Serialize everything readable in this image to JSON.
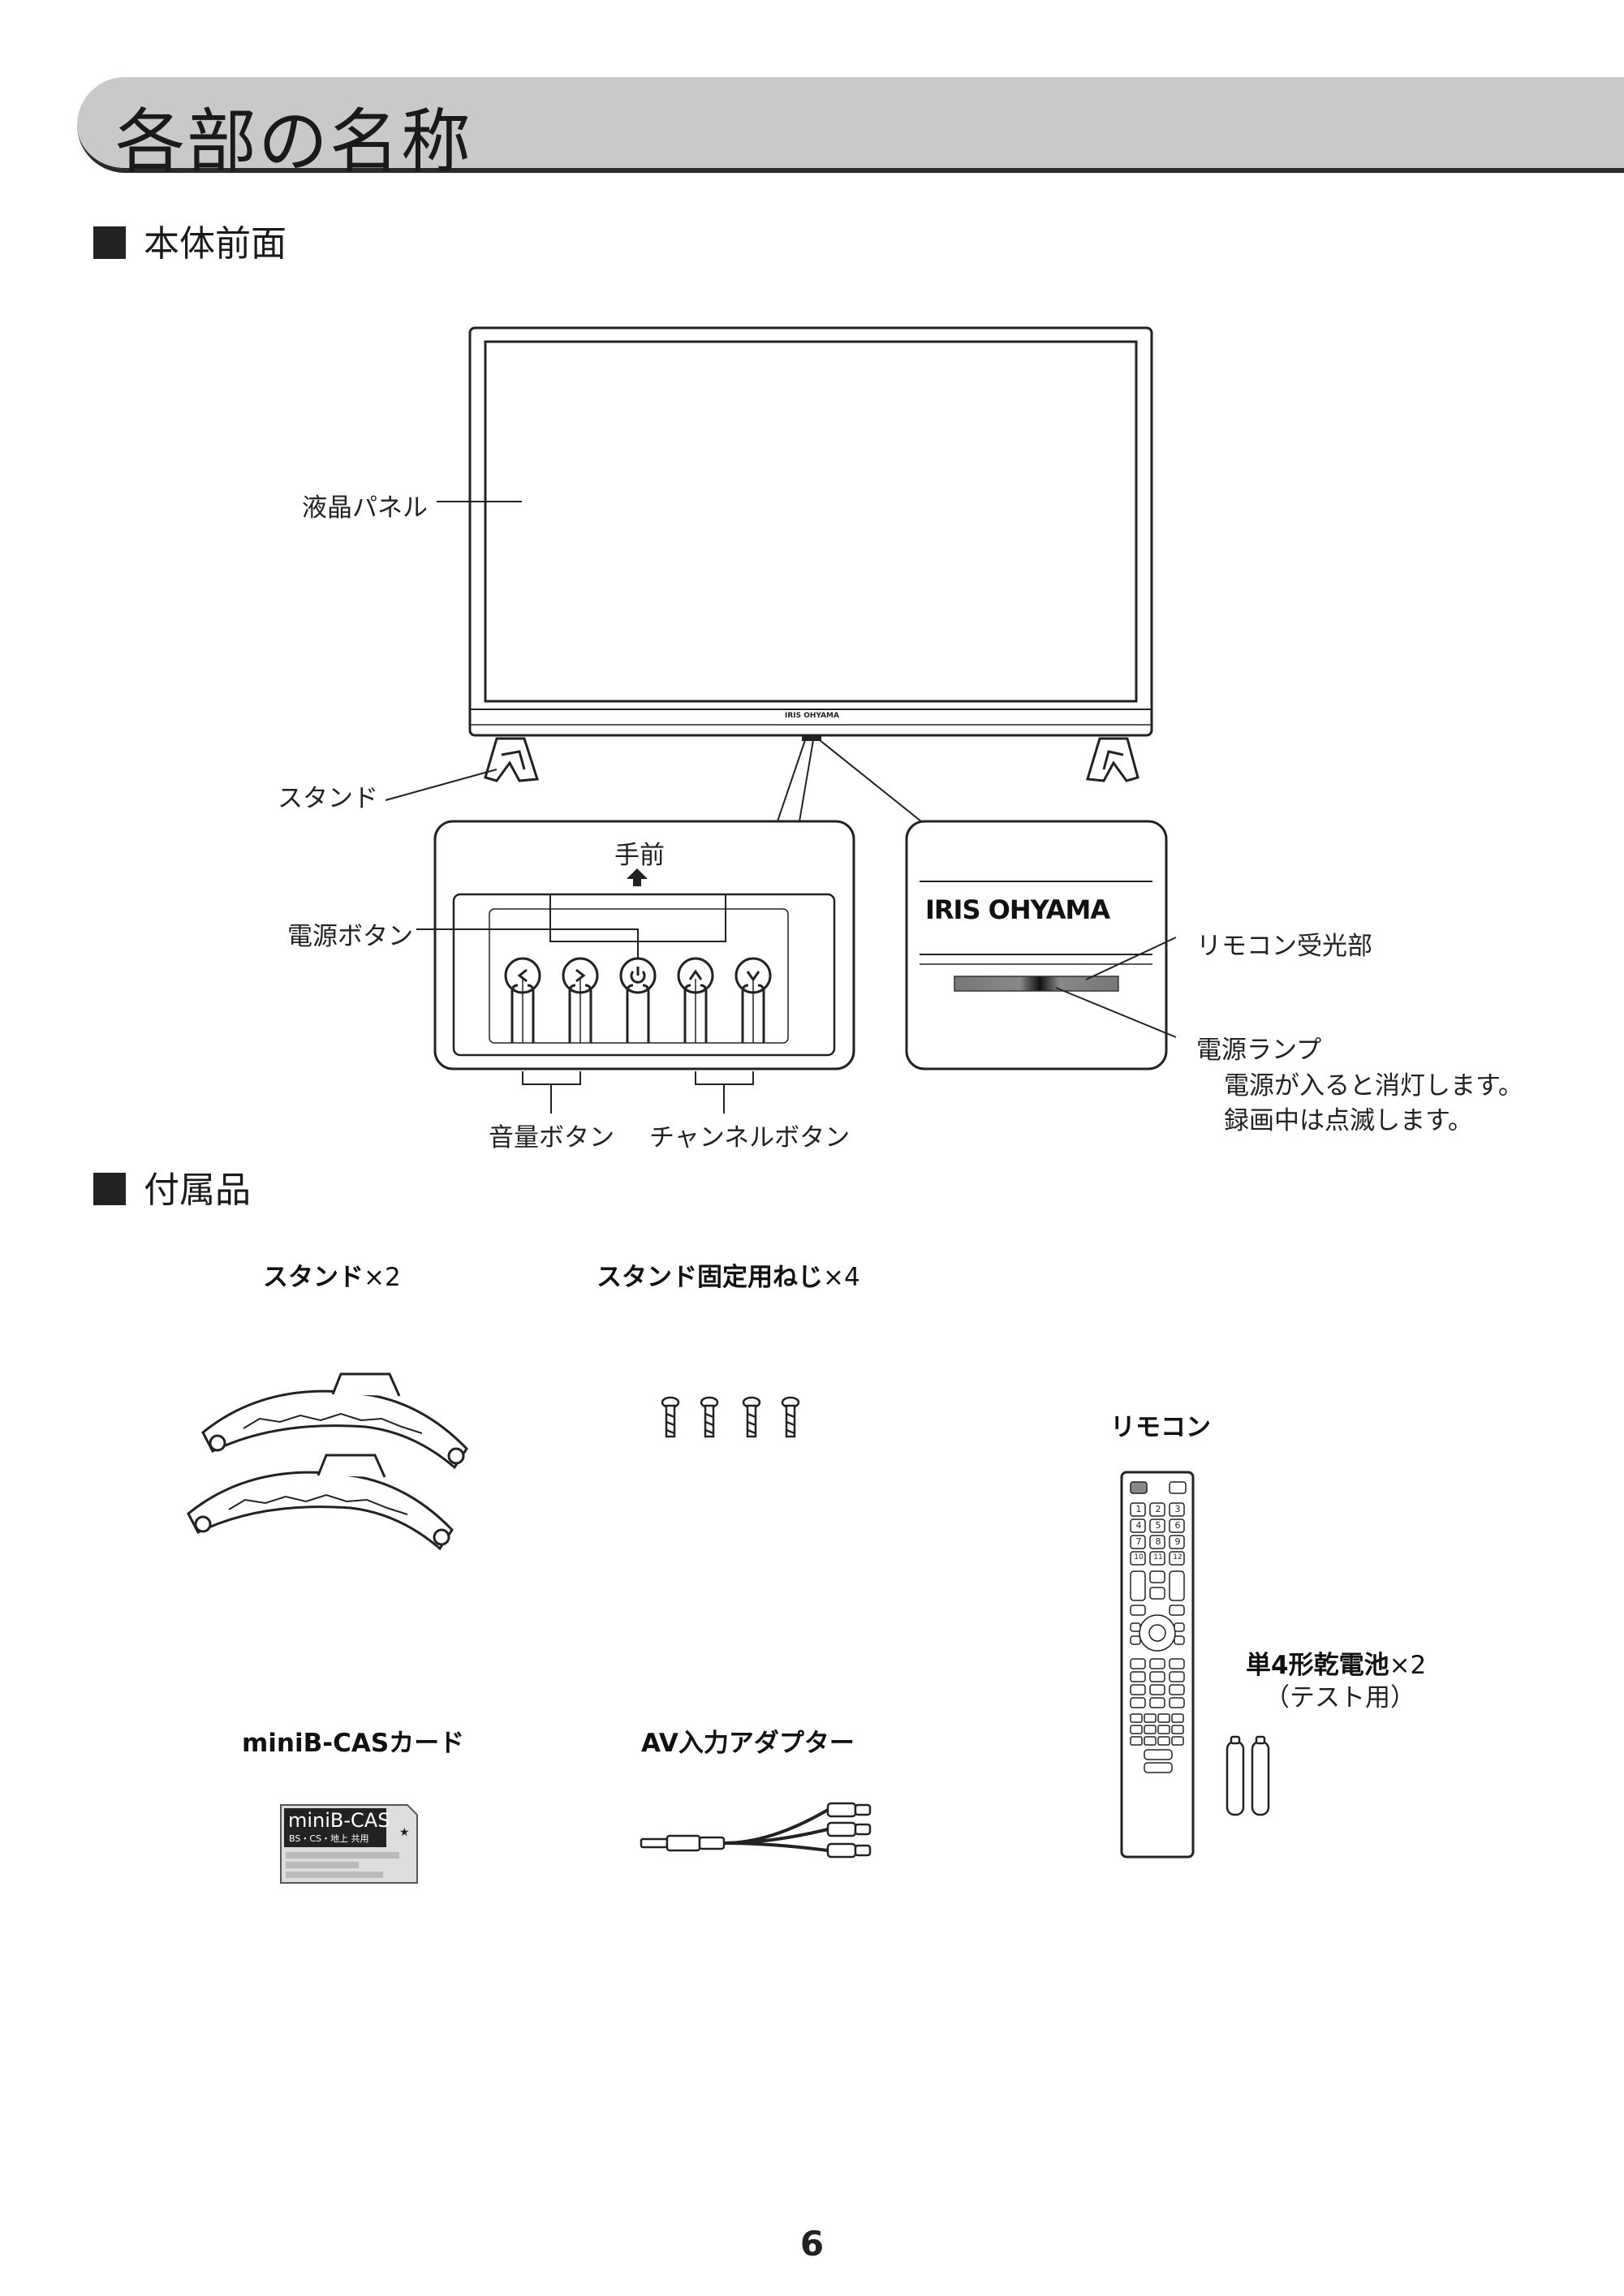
{
  "page": {
    "title": "各部の名称",
    "page_number": "6"
  },
  "front": {
    "heading": "本体前面",
    "labels": {
      "lcd_panel": "液晶パネル",
      "stand": "スタンド",
      "front_side": "手前",
      "power_button": "電源ボタン",
      "volume_buttons": "音量ボタン",
      "channel_buttons": "チャンネルボタン",
      "remote_receiver": "リモコン受光部",
      "power_lamp": "電源ランプ",
      "power_lamp_note1": "電源が入ると消灯します。",
      "power_lamp_note2": "録画中は点滅します。"
    },
    "brand_small": "IRIS OHYAMA",
    "brand_large": "IRIS OHYAMA"
  },
  "accessories": {
    "heading": "付属品",
    "items": {
      "stand_name": "スタンド",
      "stand_qty": "×2",
      "screw_name": "スタンド固定用ねじ",
      "screw_qty": "×4",
      "remote_name": "リモコン",
      "battery_name": "単4形乾電池",
      "battery_qty": "×2",
      "battery_note": "（テスト用）",
      "bcas_name": "miniB-CASカード",
      "av_name": "AV入力アダプター"
    },
    "bcas_card": {
      "line1": "miniB-CAS",
      "line2": "BS・CS・地上 共用"
    },
    "remote_keys": [
      "1",
      "2",
      "3",
      "4",
      "5",
      "6",
      "7",
      "8",
      "9",
      "10",
      "11",
      "12"
    ]
  }
}
